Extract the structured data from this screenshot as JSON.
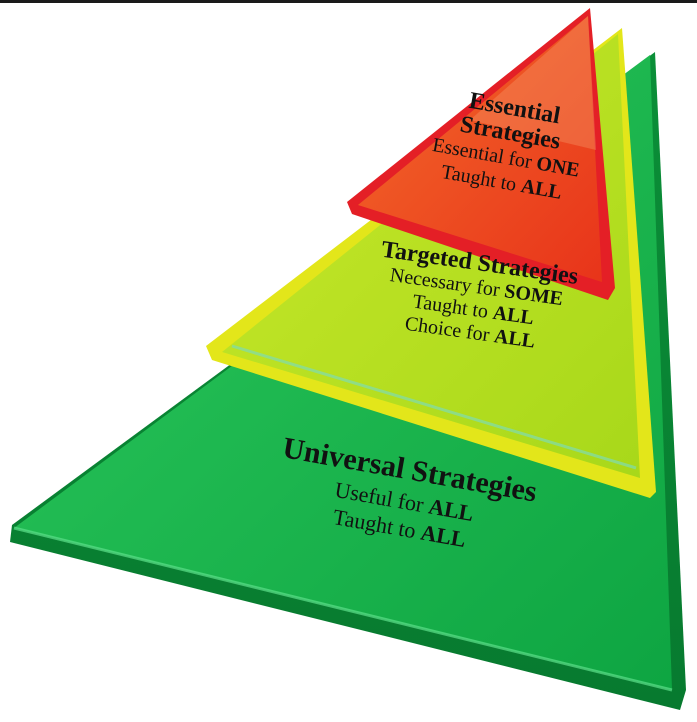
{
  "colors": {
    "universal": "#12b24a",
    "targeted": "#b9e01e",
    "targeted_rim": "#ecee1c",
    "essential": "#f0431d",
    "essential_rim": "#ea1f24"
  },
  "tiers": {
    "essential": {
      "title_line1": "Essential",
      "title_line2": "Strategies",
      "line1_text": "Essential for ",
      "line1_bold": "ONE",
      "line2_text": "Taught to ",
      "line2_bold": "ALL"
    },
    "targeted": {
      "title": "Targeted Strategies",
      "line1_text": "Necessary  for ",
      "line1_bold": "SOME",
      "line2_text": "Taught to ",
      "line2_bold": "ALL",
      "line3_text": "Choice for ",
      "line3_bold": "ALL"
    },
    "universal": {
      "title": "Universal Strategies",
      "line1_text": "Useful for ",
      "line1_bold": "ALL",
      "line2_text": "Taught to ",
      "line2_bold": "ALL"
    }
  }
}
